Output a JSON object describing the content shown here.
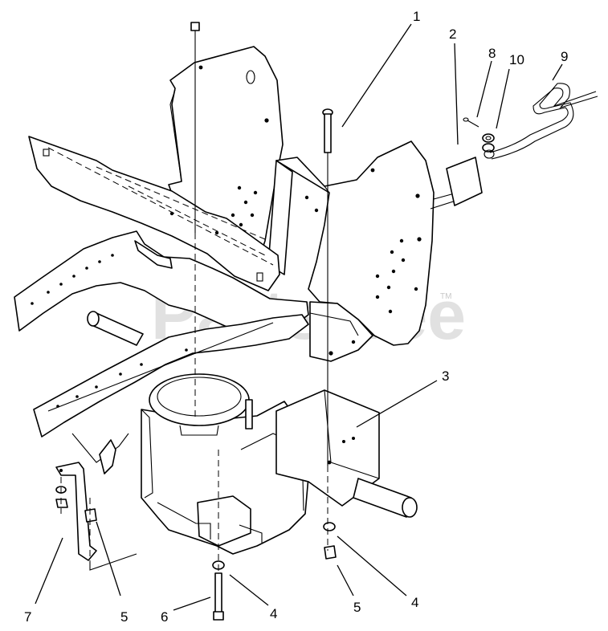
{
  "watermark": {
    "text": "PartsTree",
    "trademark": "TM"
  },
  "callouts": [
    {
      "id": "c1",
      "label": "1"
    },
    {
      "id": "c2",
      "label": "2"
    },
    {
      "id": "c3",
      "label": "3"
    },
    {
      "id": "c4a",
      "label": "4"
    },
    {
      "id": "c4b",
      "label": "4"
    },
    {
      "id": "c5a",
      "label": "5"
    },
    {
      "id": "c5b",
      "label": "5"
    },
    {
      "id": "c6",
      "label": "6"
    },
    {
      "id": "c7",
      "label": "7"
    },
    {
      "id": "c8",
      "label": "8"
    },
    {
      "id": "c9",
      "label": "9"
    },
    {
      "id": "c10",
      "label": "10"
    }
  ]
}
